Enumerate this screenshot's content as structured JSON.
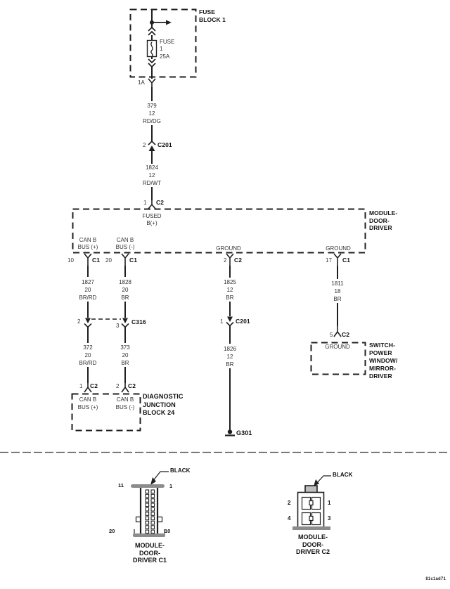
{
  "colors": {
    "ink": "#1c1c1c",
    "paper": "#ffffff",
    "connector_shade": "#8c8c8c"
  },
  "fuse_block": {
    "title": [
      "FUSE",
      "BLOCK 1"
    ],
    "fuse": [
      "FUSE",
      "1",
      "25A"
    ],
    "pin": "1A"
  },
  "wires": {
    "w379": [
      "379",
      "12",
      "RD/DG"
    ],
    "w1824": [
      "1824",
      "12",
      "RD/WT"
    ],
    "w1827": [
      "1827",
      "20",
      "BR/RD"
    ],
    "w1828": [
      "1828",
      "20",
      "BR"
    ],
    "w372": [
      "372",
      "20",
      "BR/RD"
    ],
    "w373": [
      "373",
      "20",
      "BR"
    ],
    "w1825": [
      "1825",
      "12",
      "BR"
    ],
    "w1826": [
      "1826",
      "12",
      "BR"
    ],
    "w1811": [
      "1811",
      "18",
      "BR"
    ]
  },
  "inline_connectors": {
    "c201_upper": {
      "num": "2",
      "name": "C201"
    },
    "c2_upper": {
      "num": "1",
      "name": "C2"
    },
    "c316": {
      "num_left": "2",
      "num_right": "3",
      "name": "C316"
    },
    "c201_lower": {
      "num": "1",
      "name": "C201"
    },
    "c2_switch": {
      "num": "5",
      "name": "C2"
    }
  },
  "module": {
    "title": [
      "MODULE-",
      "DOOR-",
      "DRIVER"
    ],
    "fused": [
      "FUSED",
      "B(+)"
    ],
    "can_plus": [
      "CAN B",
      "BUS (+)"
    ],
    "can_minus": [
      "CAN B",
      "BUS (-)"
    ],
    "ground_center": "GROUND",
    "ground_right": "GROUND",
    "pins": {
      "can_plus": {
        "num": "10",
        "conn": "C1"
      },
      "can_minus": {
        "num": "20",
        "conn": "C1"
      },
      "ground_center": {
        "num": "2",
        "conn": "C2"
      },
      "ground_right": {
        "num": "17",
        "conn": "C1"
      }
    }
  },
  "diagnostic_junction": {
    "title": [
      "DIAGNOSTIC",
      "JUNCTION",
      "BLOCK 24"
    ],
    "can_plus": [
      "CAN B",
      "BUS (+)"
    ],
    "can_minus": [
      "CAN B",
      "BUS (-)"
    ],
    "pins": {
      "can_plus": {
        "num": "1",
        "conn": "C2"
      },
      "can_minus": {
        "num": "2",
        "conn": "C2"
      }
    }
  },
  "switch": {
    "title": [
      "SWITCH-",
      "POWER",
      "WINDOW/",
      "MIRROR-",
      "DRIVER"
    ],
    "ground": "GROUND"
  },
  "ground_point": {
    "name": "G301"
  },
  "connector_views": {
    "c1": {
      "color": "BLACK",
      "pin_tl": "11",
      "pin_tr": "1",
      "pin_bl": "20",
      "pin_br": "10",
      "caption": [
        "MODULE-",
        "DOOR-",
        "DRIVER C1"
      ]
    },
    "c2": {
      "color": "BLACK",
      "pin_tl": "2",
      "pin_tr": "1",
      "pin_bl": "4",
      "pin_br": "3",
      "caption": [
        "MODULE-",
        "DOOR-",
        "DRIVER C2"
      ]
    }
  },
  "footer": {
    "code": "81c1ad71"
  }
}
